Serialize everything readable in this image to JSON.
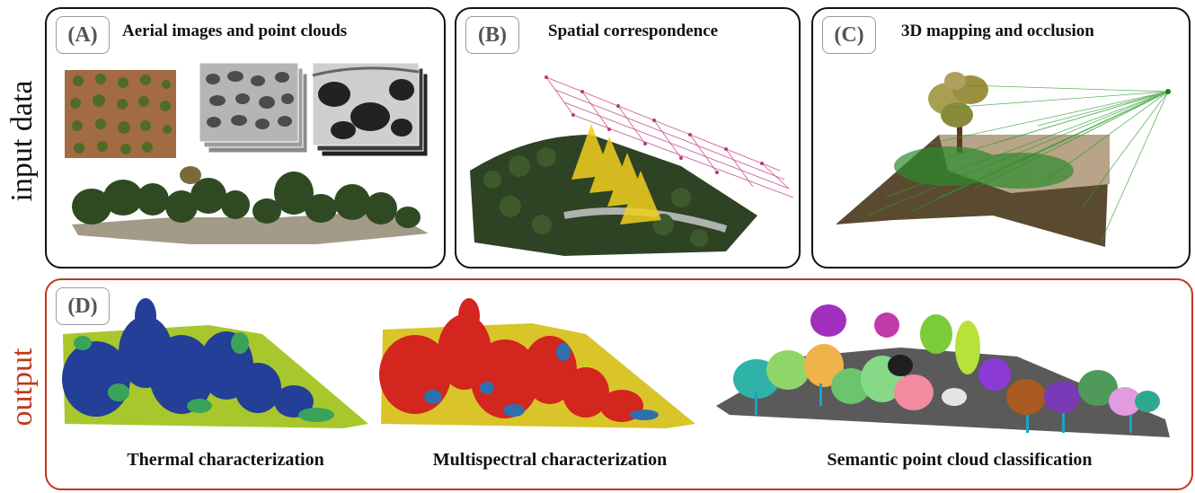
{
  "side_labels": {
    "input": "input data",
    "output": "output"
  },
  "colors": {
    "input_border": "#111111",
    "output_border": "#c0391b",
    "output_label": "#c0391b",
    "tag_border": "#9a9a9a"
  },
  "panels": {
    "a": {
      "tag": "(A)",
      "title": "Aerial images and point clouds"
    },
    "b": {
      "tag": "(B)",
      "title": "Spatial correspondence"
    },
    "c": {
      "tag": "(C)",
      "title": "3D mapping and occlusion"
    },
    "d": {
      "tag": "(D)",
      "captions": {
        "thermal": "Thermal characterization",
        "multispectral": "Multispectral characterization",
        "semantic": "Semantic point cloud classification"
      }
    }
  }
}
